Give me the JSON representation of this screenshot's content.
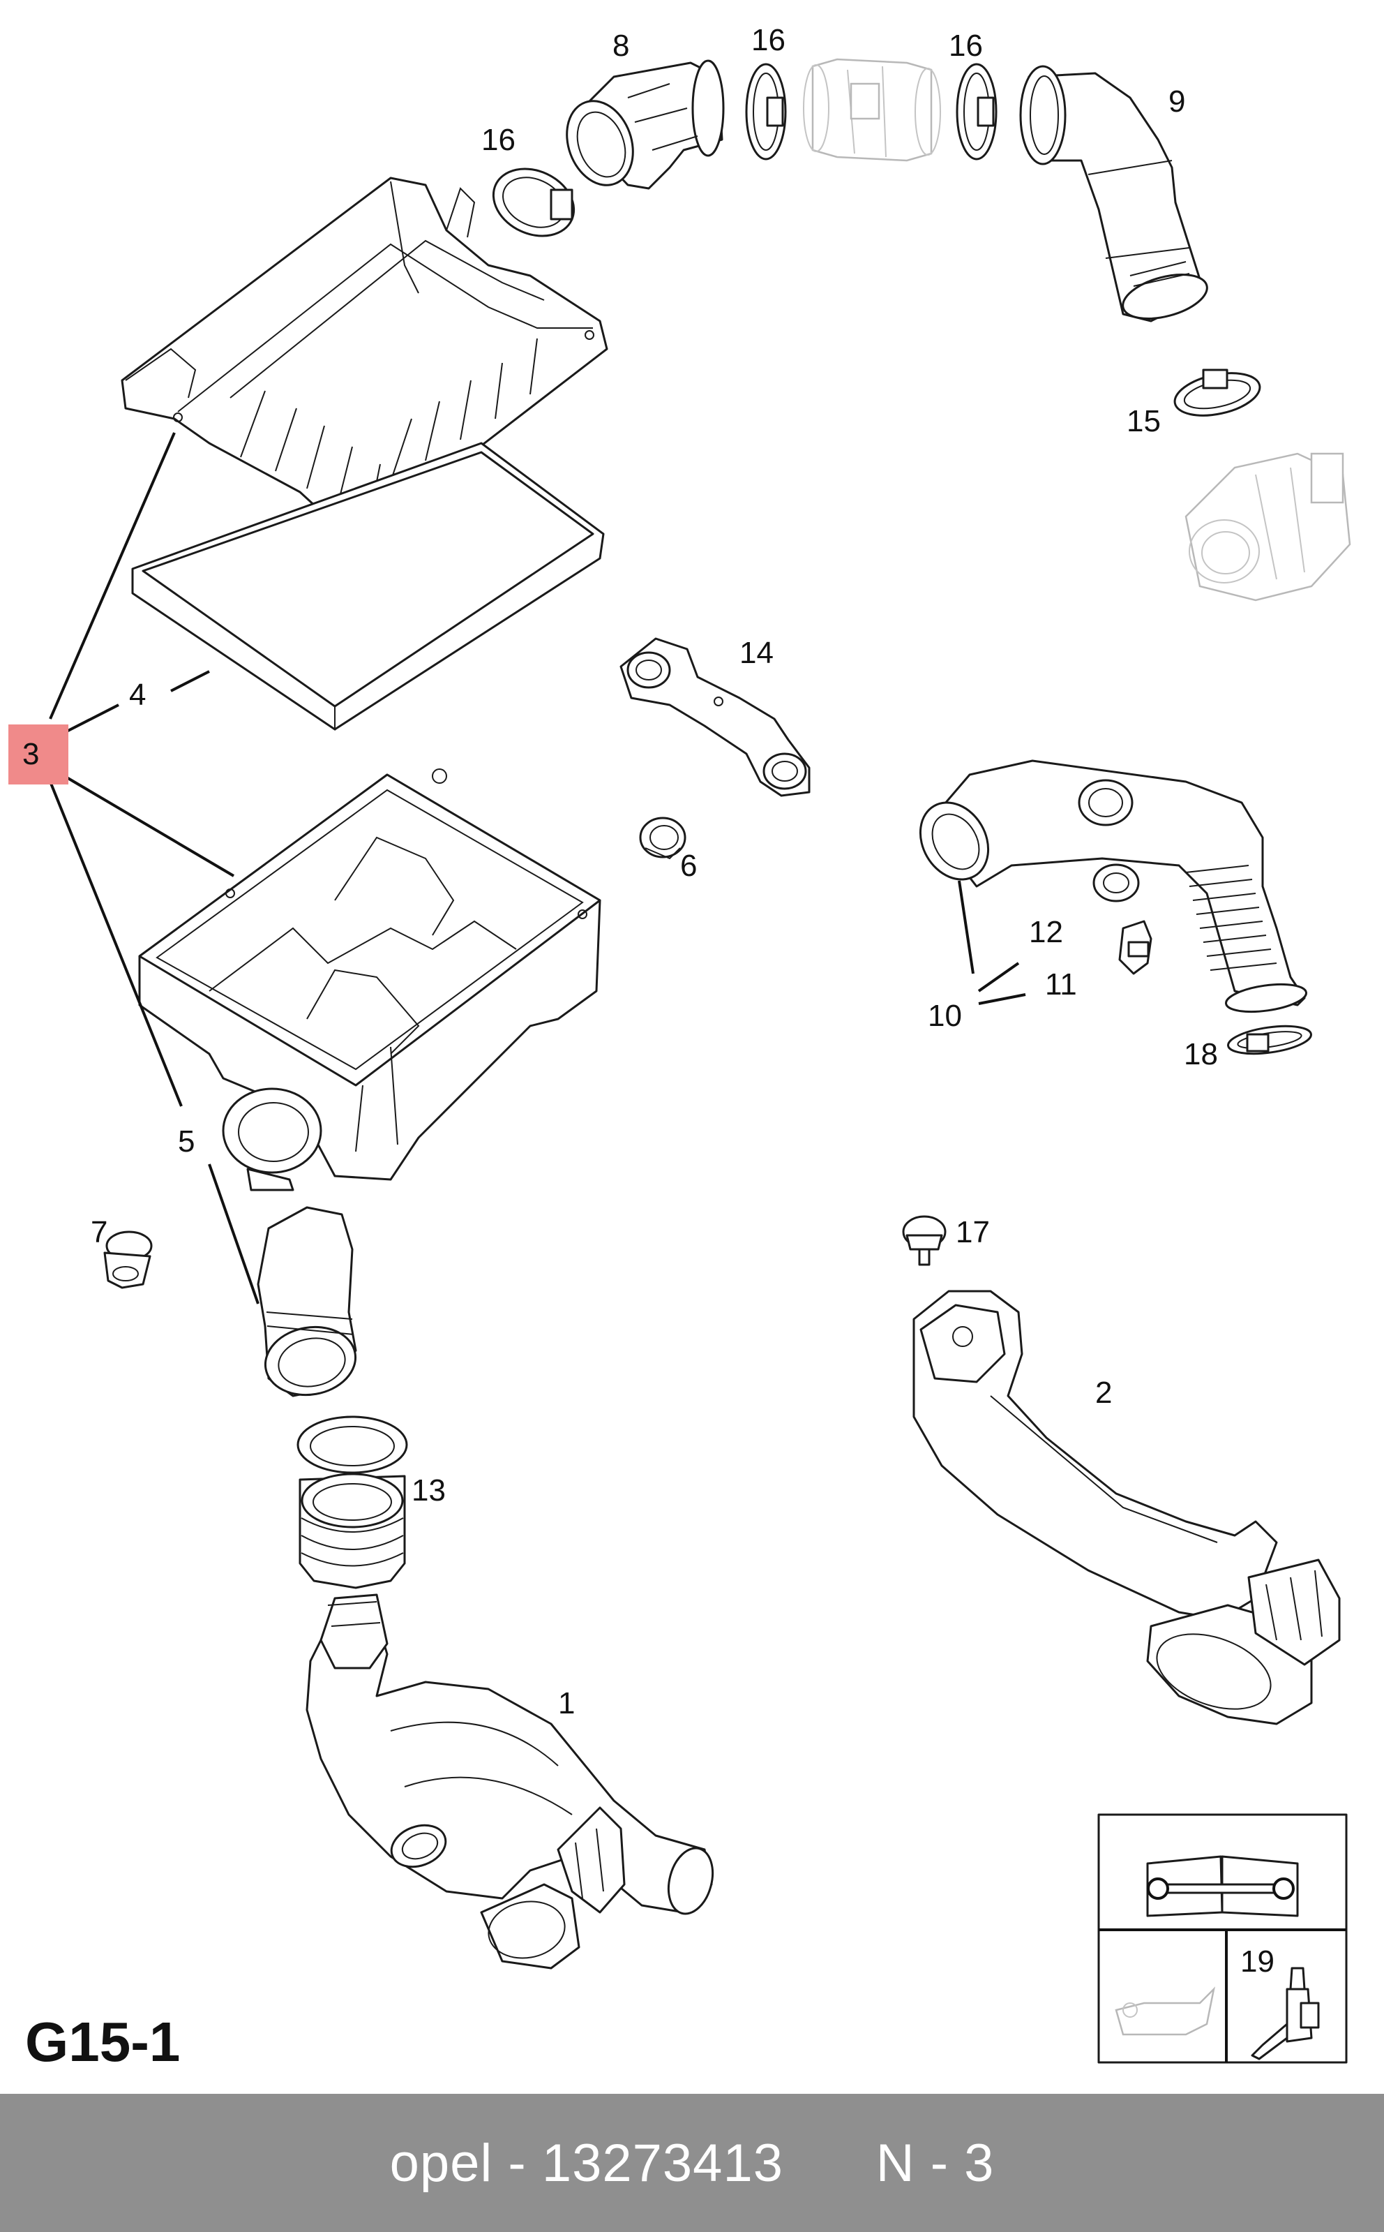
{
  "figure_label": "G15-1",
  "footer": {
    "brand": "opel",
    "part_number": "13273413",
    "note": "N - 3"
  },
  "highlight_color": "#f08a8a",
  "callouts": {
    "c1": "1",
    "c2": "2",
    "c3": "3",
    "c4": "4",
    "c5": "5",
    "c6": "6",
    "c7": "7",
    "c8": "8",
    "c9": "9",
    "c10": "10",
    "c11": "11",
    "c12": "12",
    "c13": "13",
    "c14": "14",
    "c15": "15",
    "c16a": "16",
    "c16b": "16",
    "c16c": "16",
    "c17": "17",
    "c18": "18",
    "c19": "19"
  },
  "legend_icons": [
    "service-manual-wrench-icon",
    "oil-can-icon",
    "sealant-bottle-icon"
  ]
}
